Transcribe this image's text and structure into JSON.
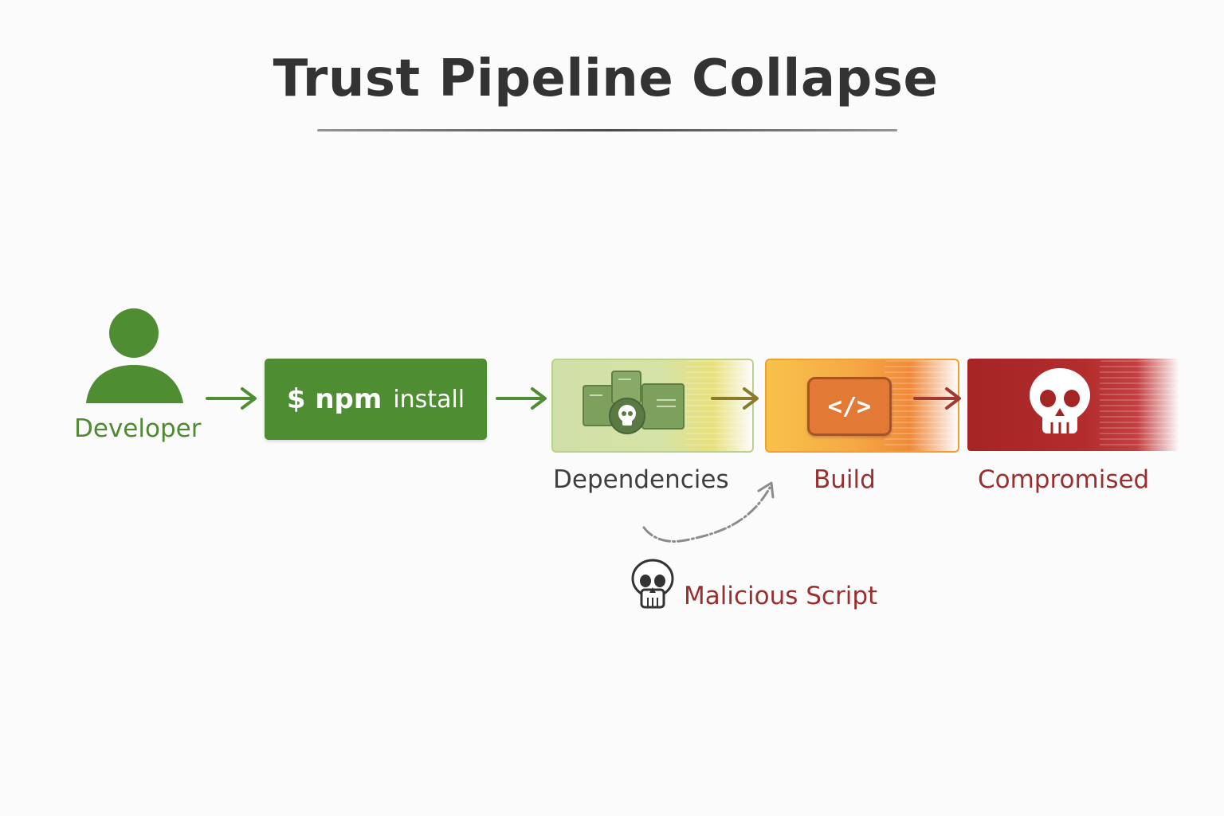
{
  "title": "Trust Pipeline Collapse",
  "nodes": {
    "developer": {
      "label": "Developer",
      "icon": "user-icon"
    },
    "npm": {
      "command": "$ npm",
      "argument": "install"
    },
    "dependencies": {
      "label": "Dependencies",
      "icon": "packages-skull-icon"
    },
    "build": {
      "label": "Build",
      "code_glyph": "</>",
      "icon": "code-icon"
    },
    "compromised": {
      "label": "Compromised",
      "icon": "skull-icon"
    }
  },
  "annotation": {
    "label": "Malicious Script",
    "icon": "skull-icon"
  },
  "colors": {
    "green": "#4e8d31",
    "light_green": "#cfe0a8",
    "orange": "#f6a945",
    "red": "#b32d2d",
    "text_dark": "#333333"
  }
}
